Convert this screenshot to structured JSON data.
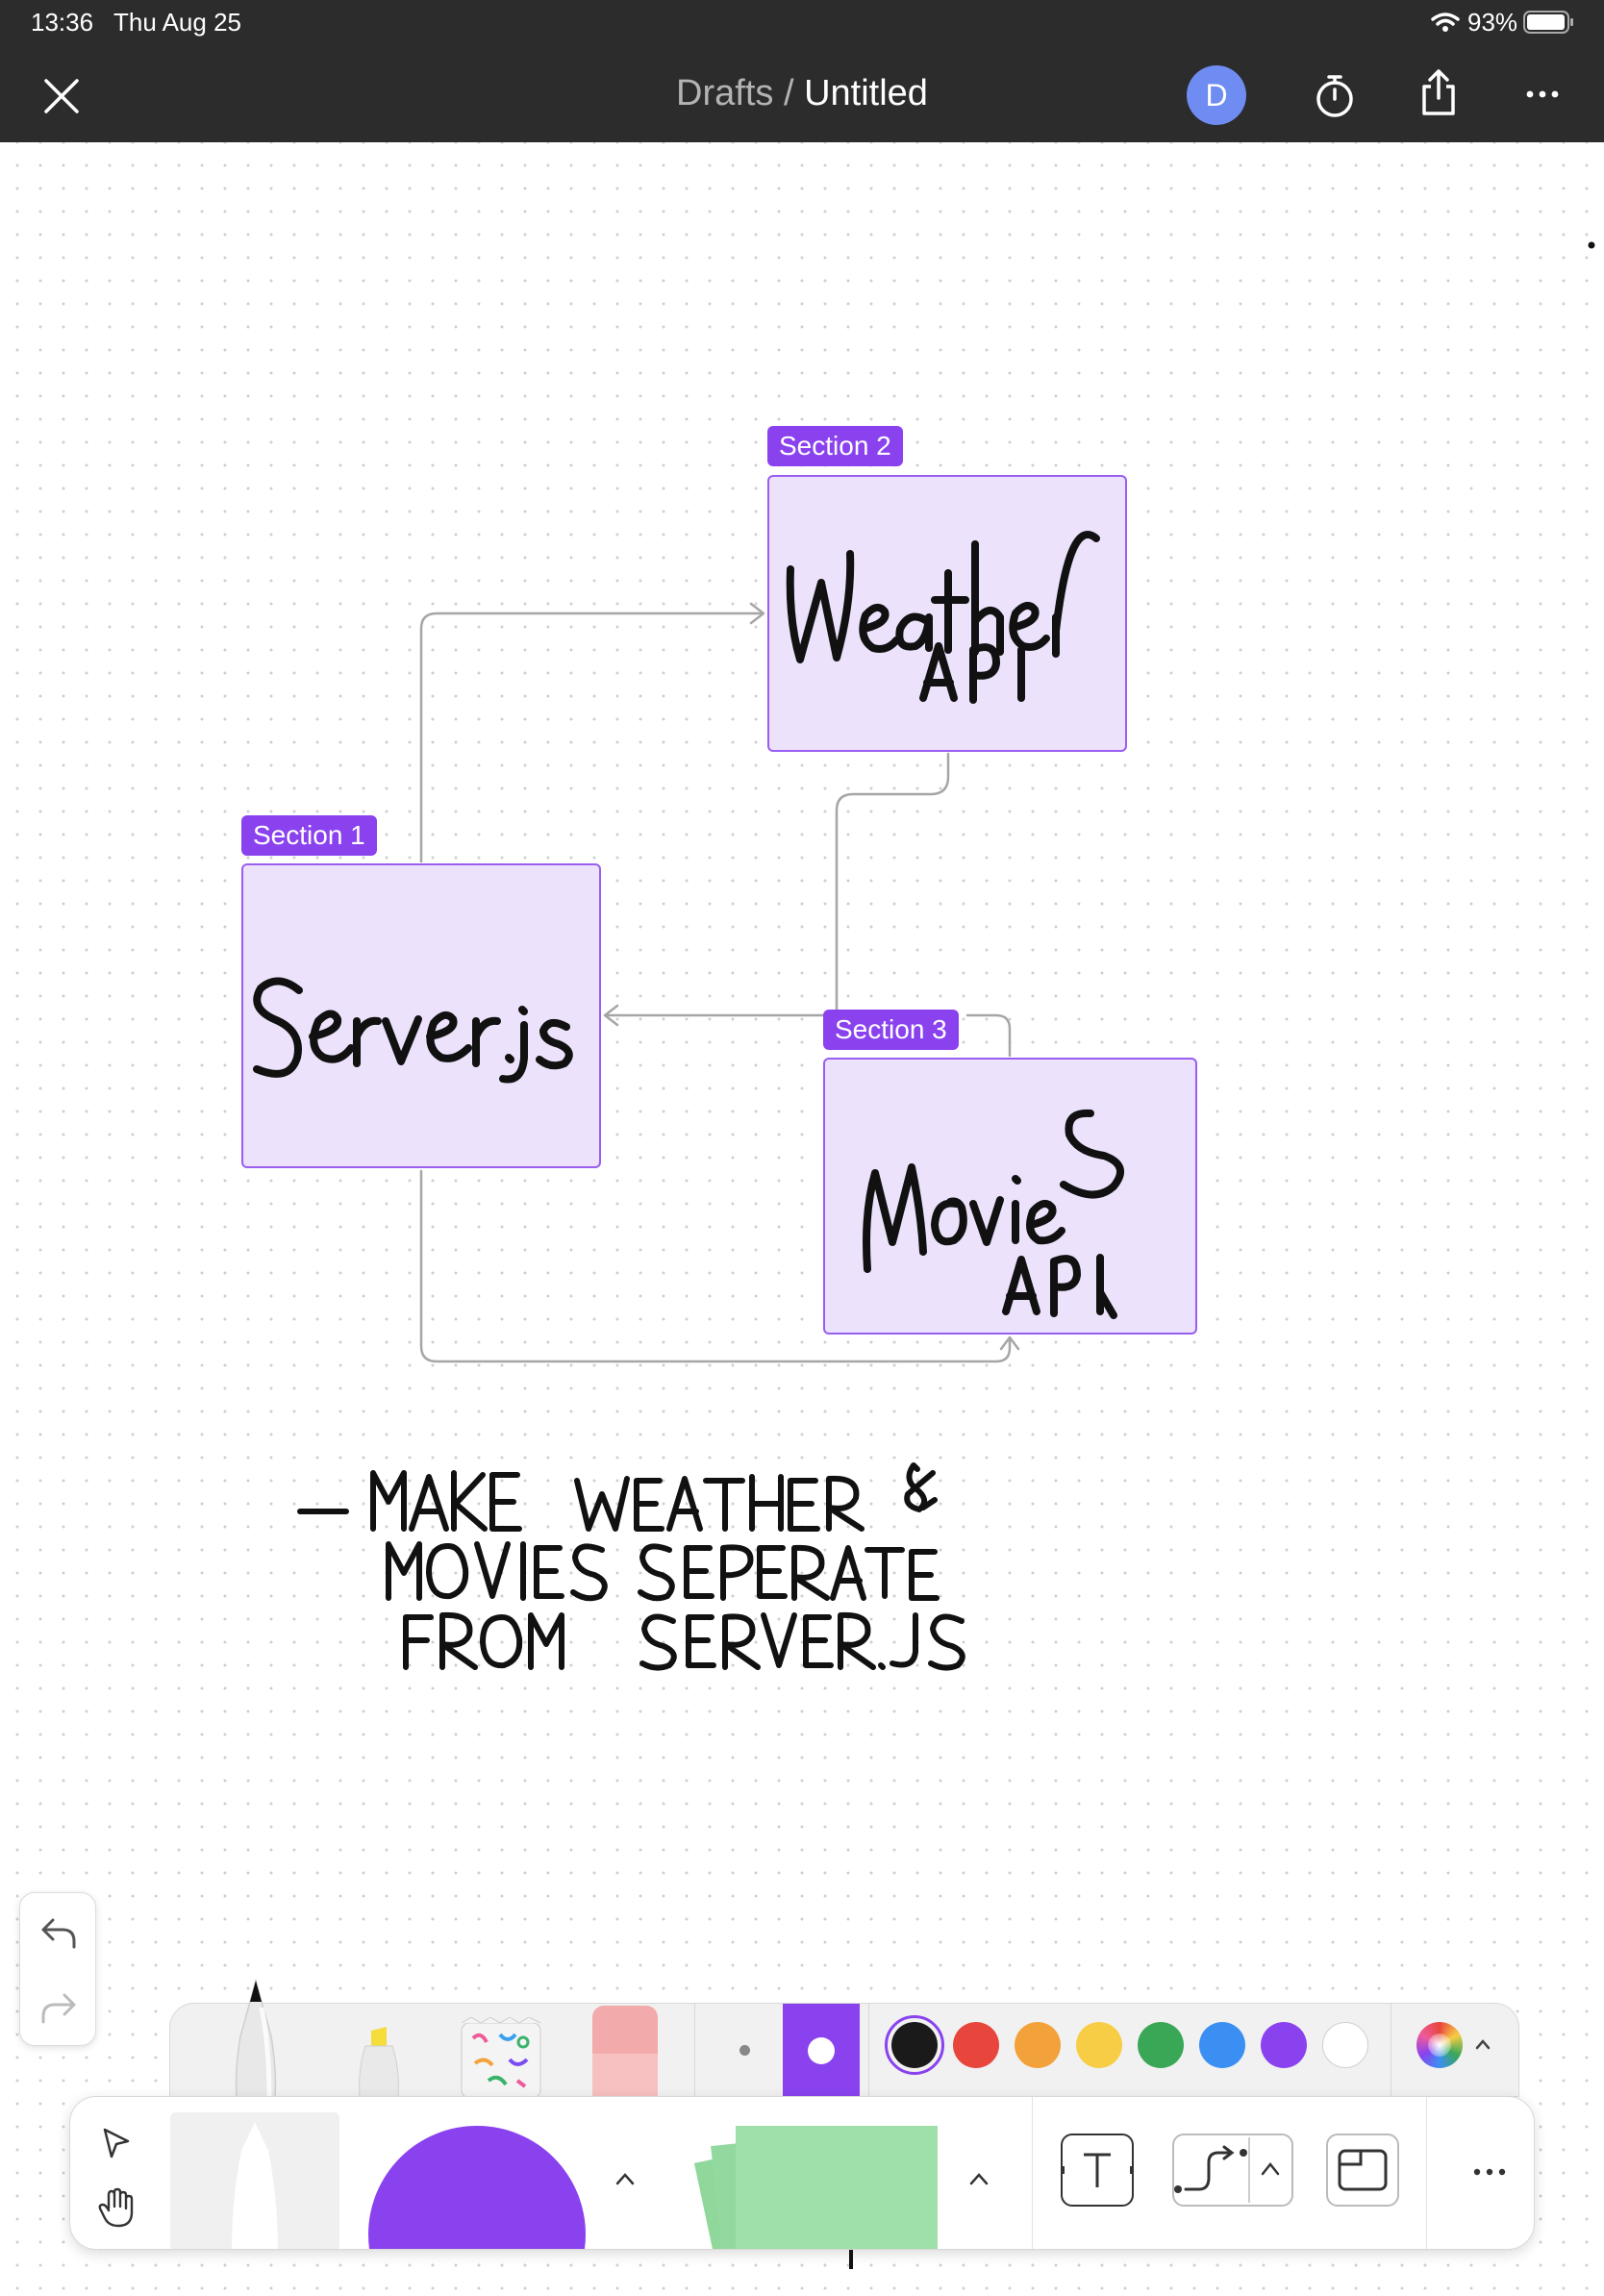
{
  "status_bar": {
    "time": "13:36",
    "date": "Thu Aug 25",
    "battery": "93%"
  },
  "header": {
    "breadcrumb_parent": "Drafts",
    "breadcrumb_sep": " / ",
    "title": "Untitled",
    "avatar_initial": "D"
  },
  "canvas": {
    "sections": [
      {
        "tag": "Section 1",
        "note": "Server.js"
      },
      {
        "tag": "Section 2",
        "note": "Weather API"
      },
      {
        "tag": "Section 3",
        "note": "Movies API"
      }
    ],
    "handwritten_note": [
      "- MAKE WEATHER &",
      "MOVIES SEPERATE",
      "FROM SERVER.JS"
    ]
  },
  "colors": {
    "accent": "#8a42ef",
    "section_fill": "#ece2fb",
    "palette": [
      "#1a1a1a",
      "#e8453c",
      "#f3a13b",
      "#f7cd46",
      "#3aa757",
      "#3b8ff2",
      "#8a42ef",
      "#ffffff"
    ]
  },
  "toolbar": {
    "tools": [
      "pen",
      "highlighter",
      "washi-tape",
      "eraser"
    ],
    "icons": [
      "close-icon",
      "timer-icon",
      "share-icon",
      "more-icon",
      "undo-icon",
      "redo-icon",
      "select-arrow-icon",
      "hand-icon",
      "text-tool-icon",
      "connector-icon",
      "section-tool-icon",
      "color-wheel-icon"
    ]
  }
}
